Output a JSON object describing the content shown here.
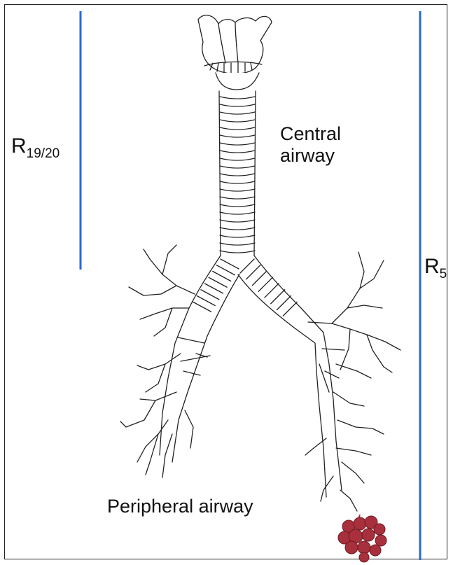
{
  "labels": {
    "r1920": {
      "main": "R",
      "sub": "19/20"
    },
    "r5": {
      "main": "R",
      "sub": "5"
    },
    "central": [
      "Central",
      "airway"
    ],
    "peripheral": "Peripheral airway"
  },
  "colors": {
    "marker_line": "#2a6ac9",
    "alveoli": "#a8303c",
    "outline": "#222222"
  }
}
